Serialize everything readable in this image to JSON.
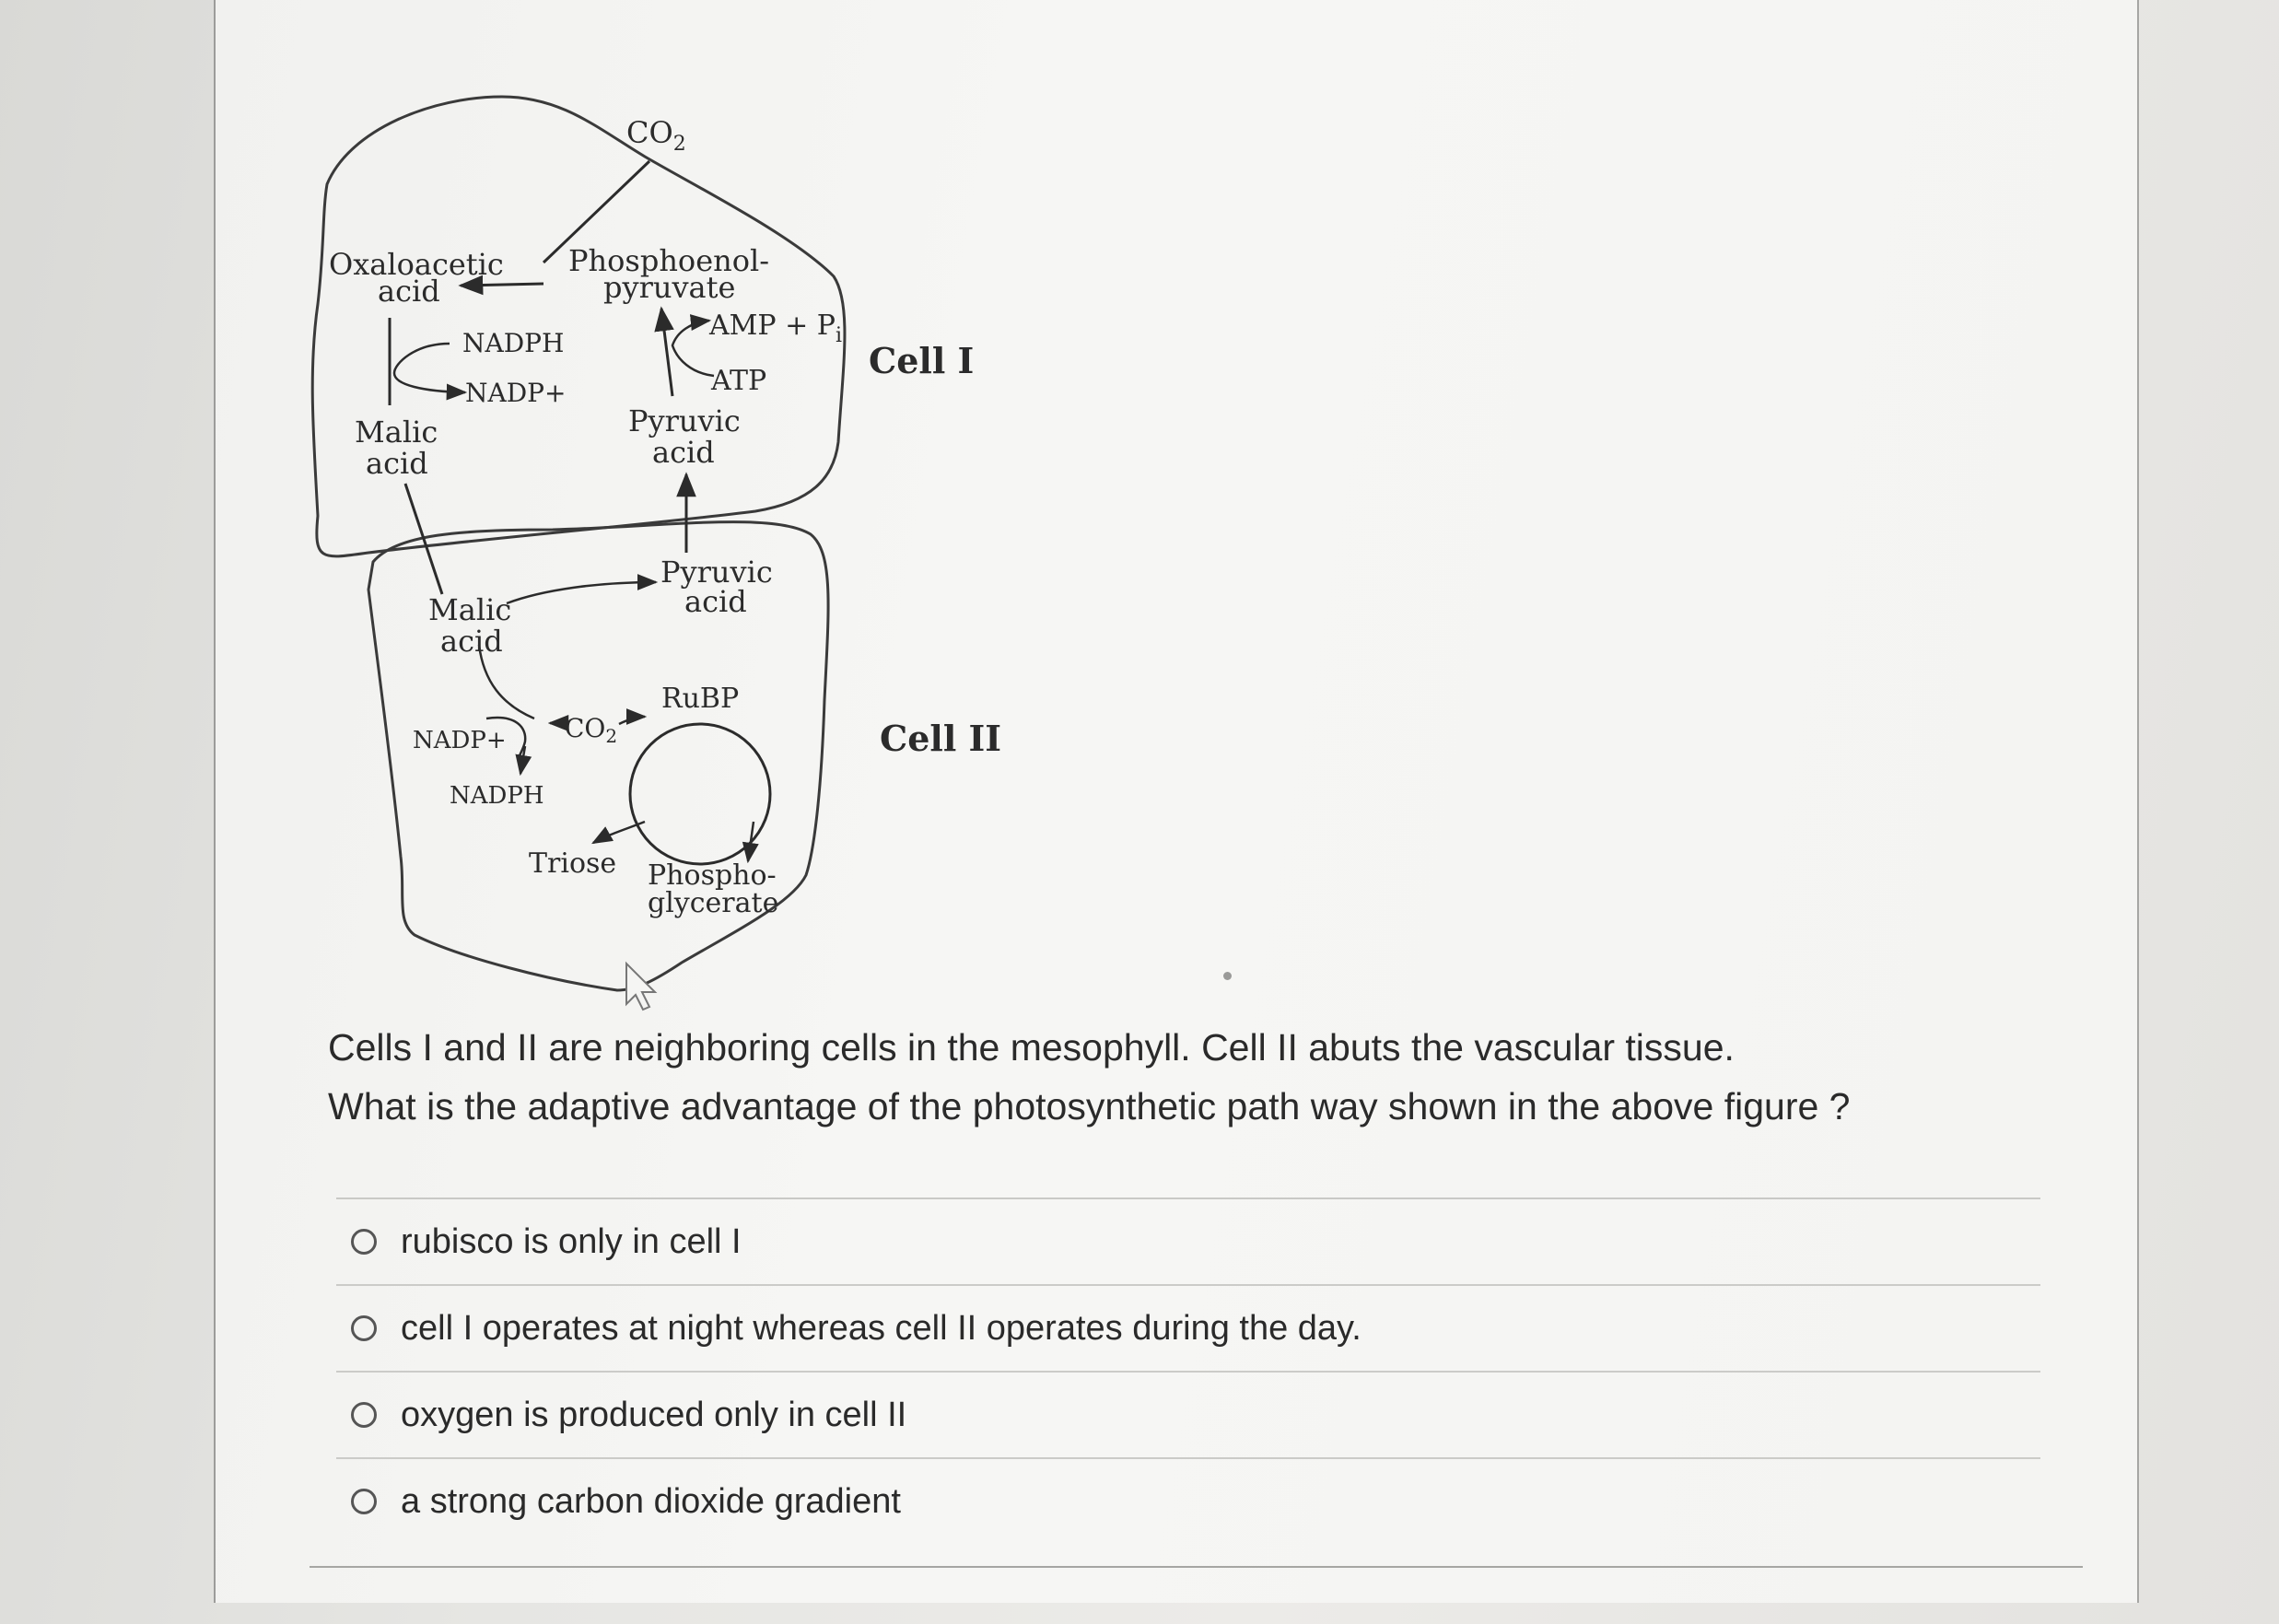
{
  "figure": {
    "labels": {
      "co2_top": "CO",
      "co2_top_sub": "2",
      "oxaloacetic_1": "Oxaloacetic",
      "oxaloacetic_2": "acid",
      "pep_1": "Phosphoenol-",
      "pep_2": "pyruvate",
      "amp": "AMP + P",
      "amp_sub": "i",
      "atp": "ATP",
      "nadph_top": "NADPH",
      "nadp_top": "NADP+",
      "malic1_1": "Malic",
      "malic1_2": "acid",
      "pyruvic1_1": "Pyruvic",
      "pyruvic1_2": "acid",
      "pyruvic2_1": "Pyruvic",
      "pyruvic2_2": "acid",
      "malic2_1": "Malic",
      "malic2_2": "acid",
      "rubp": "RuBP",
      "nadp_bottom": "NADP+",
      "co2_bottom": "CO",
      "co2_bottom_sub": "2",
      "nadph_bottom": "NADPH",
      "triose": "Triose",
      "phospho_1": "Phospho-",
      "phospho_2": "glycerate",
      "cell1": "Cell I",
      "cell2": "Cell II"
    }
  },
  "question": {
    "line1": "Cells I and II are neighboring cells in the mesophyll. Cell II abuts the vascular tissue.",
    "line2": "What is the adaptive advantage of the photosynthetic path way shown in the above figure ?"
  },
  "answers": [
    {
      "label": "rubisco is only in cell I"
    },
    {
      "label": "cell I operates at night whereas cell II operates during the day."
    },
    {
      "label": "oxygen is produced only in cell II"
    },
    {
      "label": "a strong carbon dioxide gradient"
    }
  ]
}
